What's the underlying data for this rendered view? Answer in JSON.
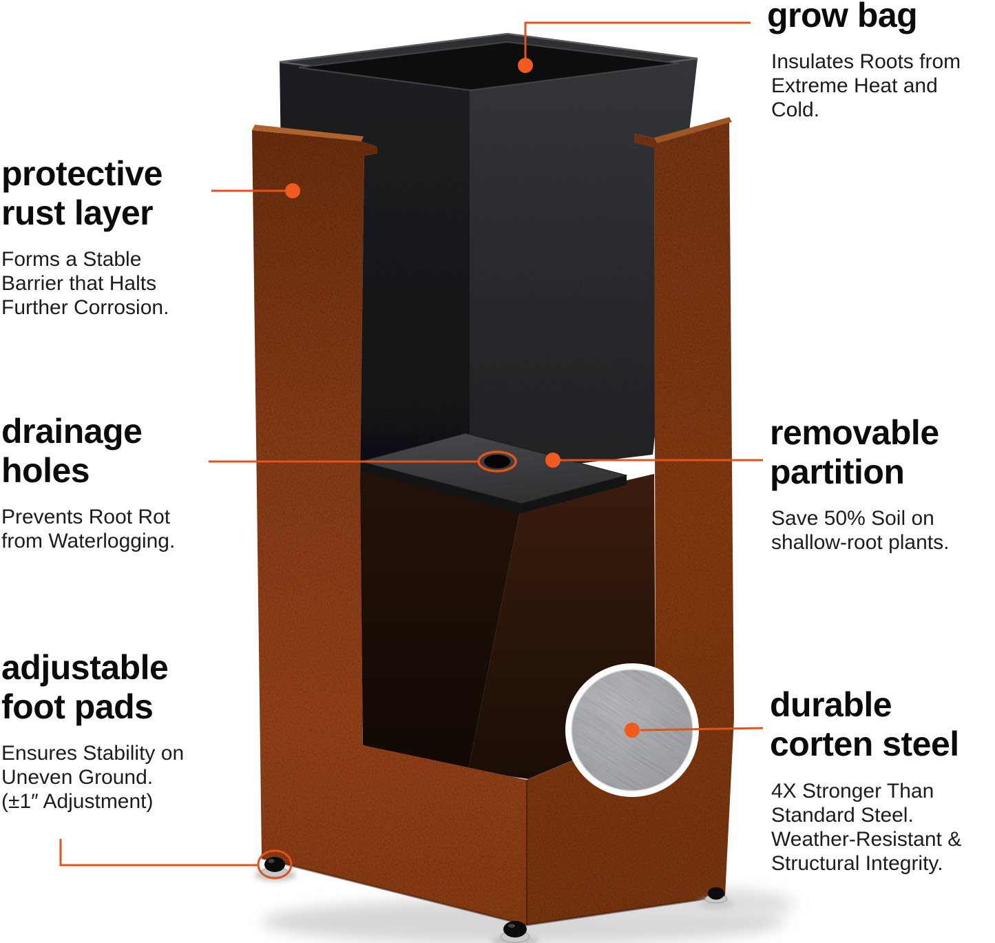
{
  "product": {
    "name": "corten steel planter infographic"
  },
  "palette": {
    "callout_line": "#e2521c",
    "callout_dot": "#f25a1e",
    "rust_light": "#9a4418",
    "rust_dark": "#6e3113",
    "interior_dark": "#1a0d05",
    "grow_bag_black": "#18181a",
    "partition_gray": "#3c3e40",
    "steel_gray": "#a9acae",
    "background": "#ffffff"
  },
  "callouts": {
    "grow_bag": {
      "title": "grow bag",
      "description": "Insulates Roots from\nExtreme Heat and\nCold."
    },
    "protective_rust_layer": {
      "title": "protective\nrust layer",
      "description": "Forms a Stable\nBarrier that Halts\nFurther Corrosion."
    },
    "drainage_holes": {
      "title": "drainage\nholes",
      "description": "Prevents Root Rot\nfrom Waterlogging."
    },
    "removable_partition": {
      "title": "removable\npartition",
      "description": "Save 50% Soil on\nshallow-root plants."
    },
    "adjustable_foot_pads": {
      "title": "adjustable\nfoot pads",
      "description": "Ensures Stability on\nUneven Ground.\n(±1″ Adjustment)"
    },
    "durable_corten_steel": {
      "title": "durable\ncorten steel",
      "description": "4X Stronger Than\nStandard Steel.\nWeather-Resistant &\nStructural Integrity."
    }
  }
}
